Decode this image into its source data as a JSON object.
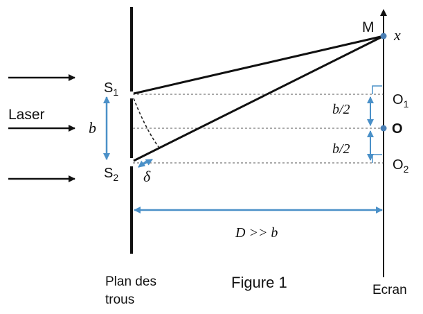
{
  "labels": {
    "laser": "Laser",
    "s1_main": "S",
    "s1_sub": "1",
    "s2_main": "S",
    "s2_sub": "2",
    "b": "b",
    "delta": "δ",
    "half_b_top": "b/2",
    "half_b_bottom": "b/2",
    "o1_main": "O",
    "o1_sub": "1",
    "o": "O",
    "o2_main": "O",
    "o2_sub": "2",
    "m": "M",
    "x": "x",
    "distance": "D >> b",
    "plan_line1": "Plan des",
    "plan_line2": "trous",
    "figure": "Figure 1",
    "ecran": "Ecran"
  },
  "colors": {
    "line": "#111111",
    "dashed": "#555555",
    "accent": "#4a90c8",
    "point": "#4a7fb5"
  }
}
